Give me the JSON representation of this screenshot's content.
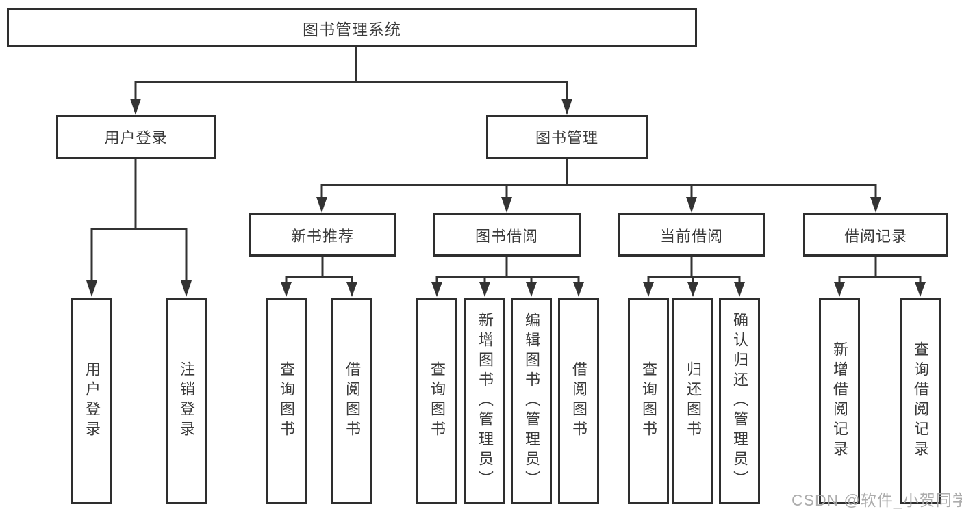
{
  "nodes": {
    "root": "图书管理系统",
    "branches": [
      {
        "label": "用户登录"
      },
      {
        "label": "图书管理"
      }
    ],
    "sections": [
      {
        "label": "新书推荐"
      },
      {
        "label": "图书借阅"
      },
      {
        "label": "当前借阅"
      },
      {
        "label": "借阅记录"
      }
    ],
    "leaves": {
      "user_login": [
        "用户登录",
        "注销登录"
      ],
      "new_books": [
        "查询图书",
        "借阅图书"
      ],
      "book_borrow": [
        "查询图书",
        "新增图书（管理员）",
        "编辑图书（管理员）",
        "借阅图书"
      ],
      "current_borrow": [
        "查询图书",
        "归还图书",
        "确认归还（管理员）"
      ],
      "borrow_records": [
        "新增借阅记录",
        "查询借阅记录"
      ]
    }
  },
  "watermark": "CSDN @软件_小贺同学",
  "colors": {
    "line": "#333333",
    "box_border": "#2e2e2e",
    "text": "#3a3a3a",
    "background": "#ffffff",
    "watermark": "#a8a8a8"
  }
}
